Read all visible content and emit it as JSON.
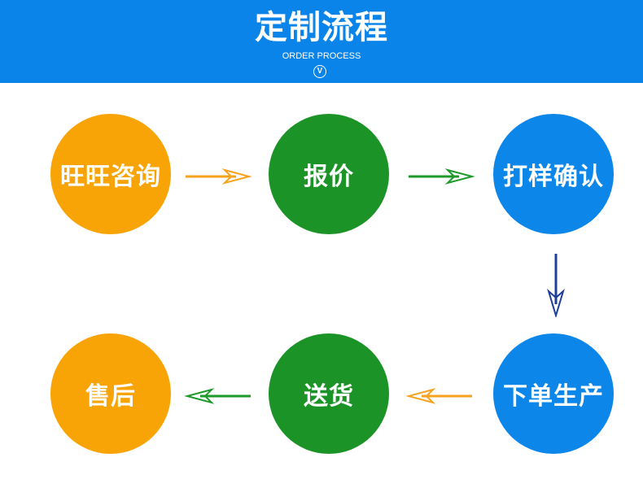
{
  "header": {
    "title": "定制流程",
    "subtitle": "ORDER PROCESS",
    "mark": "V",
    "mark_icon": "circled-v-icon"
  },
  "colors": {
    "header_bg": "#0a84e8",
    "orange": "#f9a406",
    "green": "#1b9326",
    "blue": "#0d86ea",
    "arrow_orange": "#f6a21e",
    "arrow_green": "#1d9a2a",
    "arrow_blue": "#1e3f98"
  },
  "steps": [
    {
      "label": "旺旺咨询",
      "color": "orange"
    },
    {
      "label": "报价",
      "color": "green"
    },
    {
      "label": "打样确认",
      "color": "blue"
    },
    {
      "label": "下单生产",
      "color": "blue"
    },
    {
      "label": "送货",
      "color": "green"
    },
    {
      "label": "售后",
      "color": "orange"
    }
  ],
  "connections": [
    {
      "from": 0,
      "to": 1,
      "direction": "right",
      "color": "arrow_orange",
      "icon": "arrow-right-icon"
    },
    {
      "from": 1,
      "to": 2,
      "direction": "right",
      "color": "arrow_green",
      "icon": "arrow-right-icon"
    },
    {
      "from": 2,
      "to": 3,
      "direction": "down",
      "color": "arrow_blue",
      "icon": "arrow-down-icon"
    },
    {
      "from": 3,
      "to": 4,
      "direction": "left",
      "color": "arrow_orange",
      "icon": "arrow-left-icon"
    },
    {
      "from": 4,
      "to": 5,
      "direction": "left",
      "color": "arrow_green",
      "icon": "arrow-left-icon"
    }
  ]
}
